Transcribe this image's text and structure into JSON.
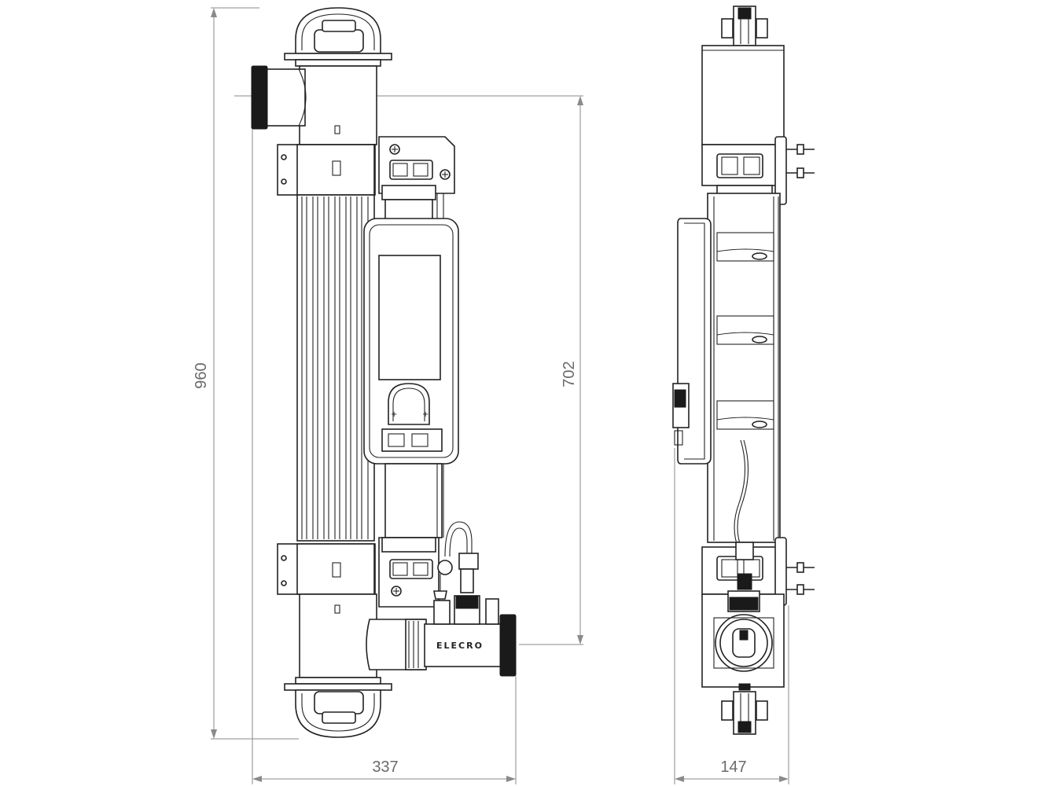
{
  "dimensions": {
    "overall_height": "960",
    "port_spacing": "702",
    "front_width": "337",
    "side_depth": "147"
  },
  "branding": {
    "label": "ELECRO"
  },
  "colors": {
    "line": "#222222",
    "dimension": "#8a8a8a",
    "dimension_text": "#6b6b6b"
  }
}
